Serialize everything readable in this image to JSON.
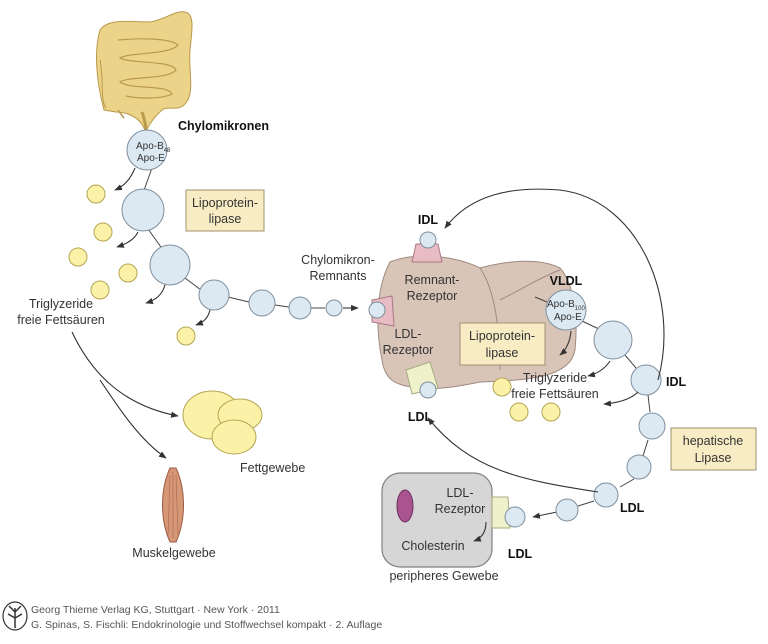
{
  "title_labels": {
    "chylomikronen": "Chylomikronen",
    "apo_b48": "Apo-B",
    "apo_b48_sub": "48",
    "apo_e": "Apo-E",
    "lipoprotein_lipase_1_line1": "Lipoprotein-",
    "lipoprotein_lipase_1_line2": "lipase",
    "triglyzeride_1": "Triglyzeride",
    "fettsaeuren_1": "freie Fettsäuren",
    "fettgewebe": "Fettgewebe",
    "muskelgewebe": "Muskelgewebe",
    "chylo_remnants_line1": "Chylomikron-",
    "chylo_remnants_line2": "Remnants",
    "idl_top": "IDL",
    "remnant_rezeptor_line1": "Remnant-",
    "remnant_rezeptor_line2": "Rezeptor",
    "ldl_rezeptor_liver_line1": "LDL-",
    "ldl_rezeptor_liver_line2": "Rezeptor",
    "lipoprotein_lipase_2_line1": "Lipoprotein-",
    "lipoprotein_lipase_2_line2": "lipase",
    "ldl_liver": "LDL",
    "vldl": "VLDL",
    "apo_b100": "Apo-B",
    "apo_b100_sub": "100",
    "apo_e_2": "Apo-E",
    "triglyzeride_2": "Triglyzeride",
    "fettsaeuren_2": "freie Fettsäuren",
    "idl_right": "IDL",
    "hepatische_lipase_line1": "hepatische",
    "hepatische_lipase_line2": "Lipase",
    "ldl_chain": "LDL",
    "ldl_rezeptor_cell_line1": "LDL-",
    "ldl_rezeptor_cell_line2": "Rezeptor",
    "cholesterin": "Cholesterin",
    "ldl_cell": "LDL",
    "peripheres_gewebe": "peripheres Gewebe"
  },
  "footer": {
    "publisher": "Georg Thieme Verlag KG, Stuttgart · New York · 2011",
    "book": "G. Spinas, S. Fischli: Endokrinologie und Stoffwechsel kompakt · 2. Auflage"
  },
  "icons": {
    "publisher_logo": "tree-logo-icon"
  }
}
